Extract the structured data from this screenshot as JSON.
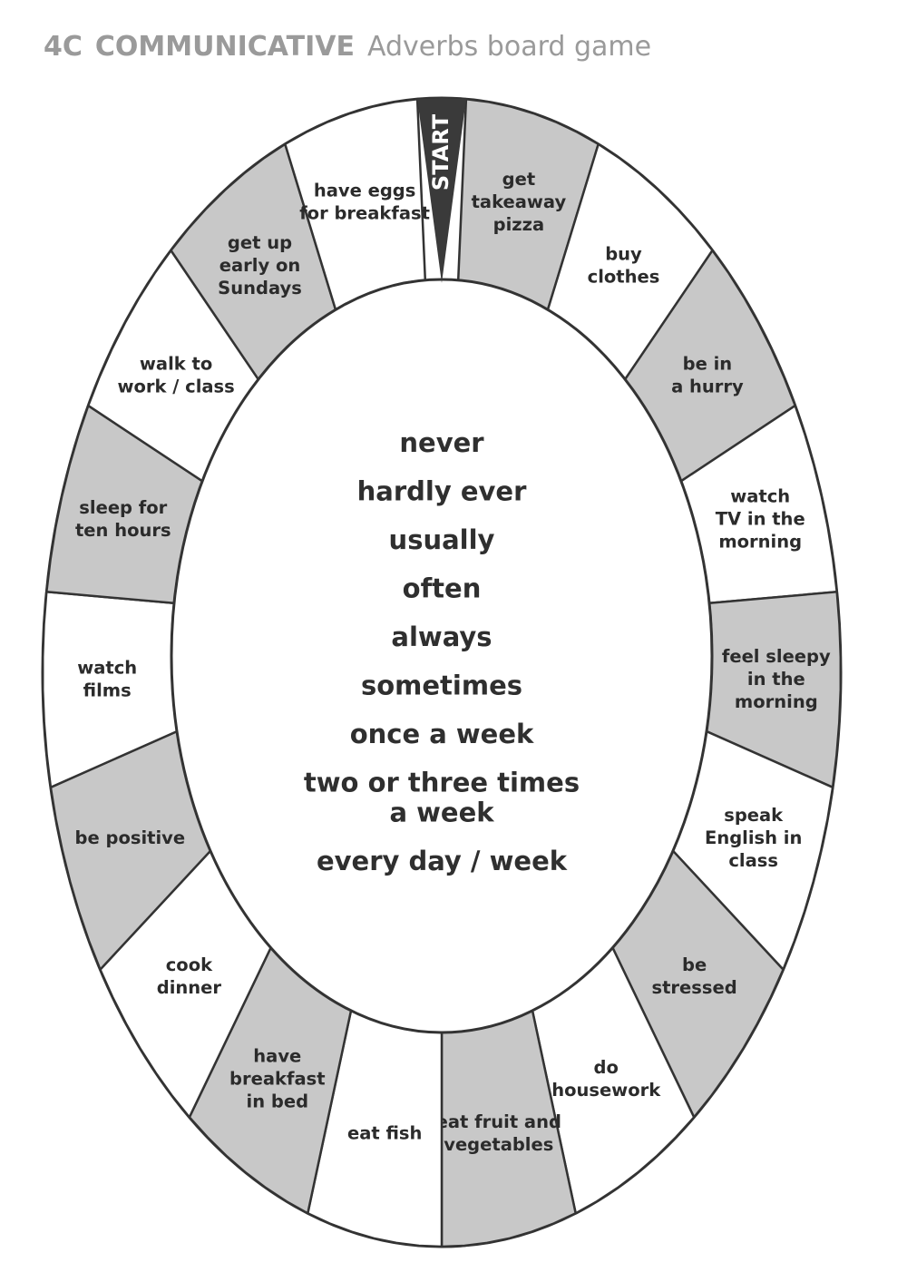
{
  "header": {
    "code": "4C",
    "section": "COMMUNICATIVE",
    "title": "Adverbs board game"
  },
  "colors": {
    "shaded": "#c8c8c8",
    "white": "#ffffff",
    "outline": "#333333",
    "start": "#3a3a3a",
    "header_text": "#9a9a9a"
  },
  "board": {
    "start_label": "START",
    "squares": [
      {
        "lines": [
          "get",
          "takeaway",
          "pizza"
        ],
        "shaded": true
      },
      {
        "lines": [
          "buy",
          "clothes"
        ],
        "shaded": false
      },
      {
        "lines": [
          "be in",
          "a hurry"
        ],
        "shaded": true
      },
      {
        "lines": [
          "watch",
          "TV in the",
          "morning"
        ],
        "shaded": false
      },
      {
        "lines": [
          "feel sleepy",
          "in the",
          "morning"
        ],
        "shaded": true
      },
      {
        "lines": [
          "speak",
          "English in",
          "class"
        ],
        "shaded": false
      },
      {
        "lines": [
          "be",
          "stressed"
        ],
        "shaded": true
      },
      {
        "lines": [
          "do",
          "housework"
        ],
        "shaded": false
      },
      {
        "lines": [
          "eat fruit and",
          "vegetables"
        ],
        "shaded": true
      },
      {
        "lines": [
          "eat fish"
        ],
        "shaded": false
      },
      {
        "lines": [
          "have",
          "breakfast",
          "in bed"
        ],
        "shaded": true
      },
      {
        "lines": [
          "cook",
          "dinner"
        ],
        "shaded": false
      },
      {
        "lines": [
          "be positive"
        ],
        "shaded": true
      },
      {
        "lines": [
          "watch",
          "films"
        ],
        "shaded": false
      },
      {
        "lines": [
          "sleep for",
          "ten hours"
        ],
        "shaded": true
      },
      {
        "lines": [
          "walk to",
          "work / class"
        ],
        "shaded": false
      },
      {
        "lines": [
          "get up",
          "early on",
          "Sundays"
        ],
        "shaded": true
      },
      {
        "lines": [
          "have eggs",
          "for breakfast"
        ],
        "shaded": false
      }
    ],
    "adverbs": [
      [
        "never"
      ],
      [
        "hardly ever"
      ],
      [
        "usually"
      ],
      [
        "often"
      ],
      [
        "always"
      ],
      [
        "sometimes"
      ],
      [
        "once a week"
      ],
      [
        "two or three times",
        "a week"
      ],
      [
        "every day / week"
      ]
    ]
  }
}
